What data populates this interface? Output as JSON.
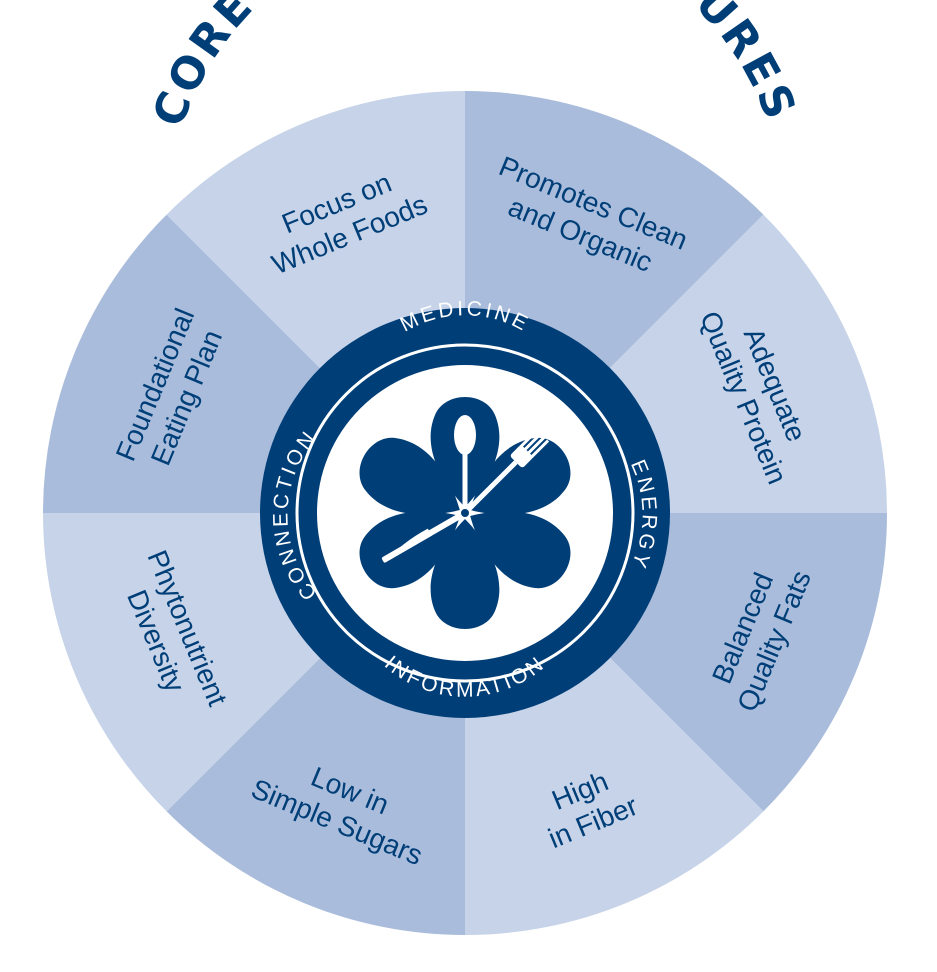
{
  "title": "CORE FOOD PLAN FEATURES",
  "colors": {
    "light": "#c6d3e8",
    "medium": "#a9bcdb",
    "navy": "#003e78",
    "white": "#ffffff"
  },
  "segments": [
    {
      "label_lines": [
        "Promotes Clean",
        "and Organic"
      ],
      "shade": "medium"
    },
    {
      "label_lines": [
        "Adequate",
        "Quality Protein"
      ],
      "shade": "light"
    },
    {
      "label_lines": [
        "Balanced",
        "Quality Fats"
      ],
      "shade": "medium"
    },
    {
      "label_lines": [
        "High",
        "in Fiber"
      ],
      "shade": "light"
    },
    {
      "label_lines": [
        "Low in",
        "Simple Sugars"
      ],
      "shade": "medium"
    },
    {
      "label_lines": [
        "Phytonutrient",
        "Diversity"
      ],
      "shade": "light"
    },
    {
      "label_lines": [
        "Foundational",
        "Eating Plan"
      ],
      "shade": "medium"
    },
    {
      "label_lines": [
        "Focus on",
        "Whole Foods"
      ],
      "shade": "light"
    }
  ],
  "ring_labels": {
    "top": "MEDICINE",
    "right": "ENERGY",
    "bottom": "INFORMATION",
    "left": "CONNECTION"
  },
  "center_icon": "flower-with-spoon-fork-knife-icon"
}
